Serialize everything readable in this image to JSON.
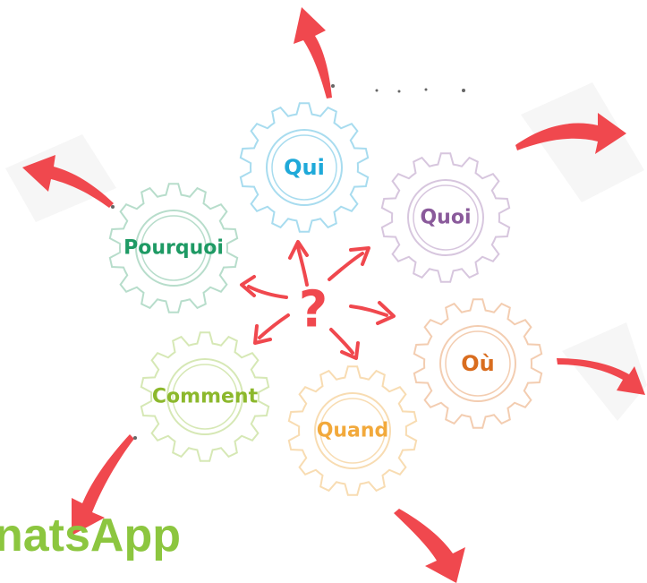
{
  "gears": [
    {
      "id": "qui",
      "label": "Qui",
      "color": "#1fa9d9",
      "gear_color": "#a8dcef"
    },
    {
      "id": "quoi",
      "label": "Quoi",
      "color": "#8a5a9b",
      "gear_color": "#d7c6de"
    },
    {
      "id": "pourquoi",
      "label": "Pourquoi",
      "color": "#1e9a64",
      "gear_color": "#b7ddcb"
    },
    {
      "id": "ou",
      "label": "Où",
      "color": "#d96d1f",
      "gear_color": "#f3cdb1"
    },
    {
      "id": "comment",
      "label": "Comment",
      "color": "#8cb82c",
      "gear_color": "#d6e8b5"
    },
    {
      "id": "quand",
      "label": "Quand",
      "color": "#f2a93b",
      "gear_color": "#f8dcb2"
    }
  ],
  "center_symbol": "?",
  "arrow_color": "#f0484e",
  "brand": {
    "text": "natsApp",
    "color": "#8cc63f"
  }
}
